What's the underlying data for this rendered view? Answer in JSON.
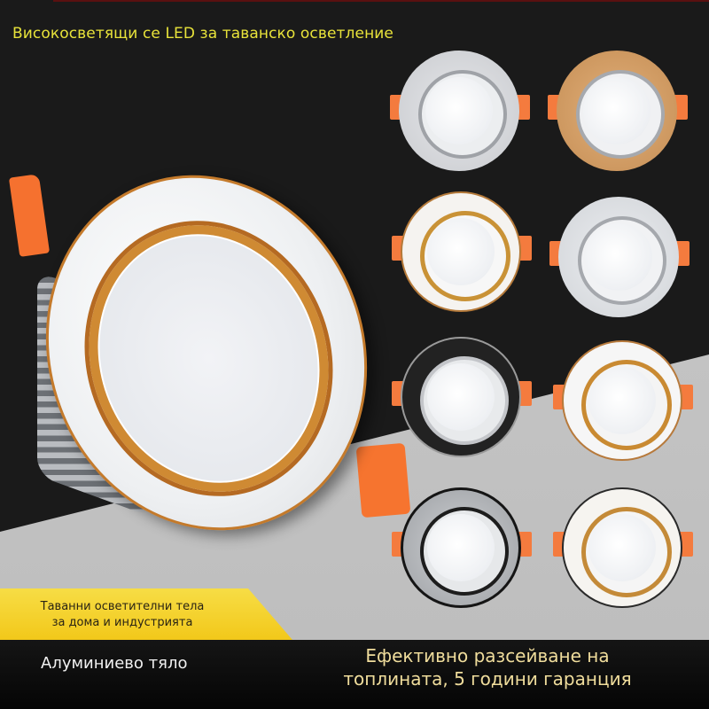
{
  "header": {
    "title": "Високосветящи се LED за таванско осветление"
  },
  "hero_product": {
    "icon": "recessed-downlight-white-gold",
    "colors": {
      "body": "#ffffff",
      "trim": "#c47a2b",
      "clips": "#f5712f",
      "heatsink": "#8a8e93"
    }
  },
  "variants": [
    {
      "name": "silver",
      "bezel": "#d4d6d9",
      "ring": "#a9acb1",
      "row": 1,
      "col": 1
    },
    {
      "name": "champagne-gold",
      "bezel": "#d2a06a",
      "ring": "#b0b3b8",
      "row": 1,
      "col": 2
    },
    {
      "name": "white-gold-floral",
      "bezel": "#f4f2ef",
      "ring": "#c99236",
      "row": 2,
      "col": 1
    },
    {
      "name": "pearl-silver",
      "bezel": "#dfe1e5",
      "ring": "#a5a8ad",
      "row": 2,
      "col": 2
    },
    {
      "name": "black-chrome",
      "bezel": "#262626",
      "ring": "#bcbec2",
      "row": 3,
      "col": 1
    },
    {
      "name": "white-gold",
      "bezel": "#f6f6f6",
      "ring": "#c98a32",
      "row": 3,
      "col": 2
    },
    {
      "name": "black-brushed-steel",
      "bezel": "#b4b6b9",
      "ring": "#1d1d1d",
      "row": 4,
      "col": 1
    },
    {
      "name": "white-gold-swirl",
      "bezel": "#f6f4f0",
      "ring": "#c48a38",
      "row": 4,
      "col": 2
    }
  ],
  "banner": {
    "line1": "Таванни осветителни тела",
    "line2": "за дома и индустрията"
  },
  "footer": {
    "left": "Алуминиево тяло",
    "right_line1": "Ефективно разсейване на",
    "right_line2": "топлината, 5 години гаранция"
  },
  "colors": {
    "title_yellow": "#e8e33a",
    "banner_yellow": "#f5d22e",
    "footer_text_gold": "#f0dd9c",
    "background_dark": "#1a1a1a",
    "background_gray": "#c4c4c4"
  }
}
